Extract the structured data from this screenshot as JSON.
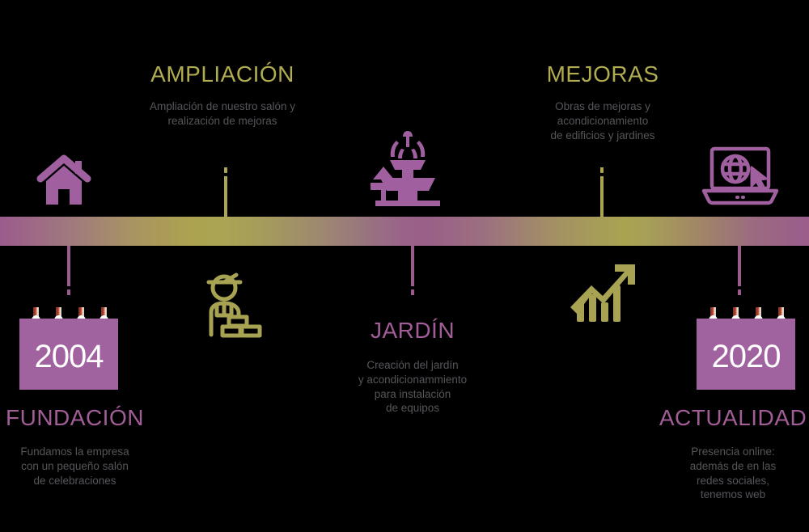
{
  "colors": {
    "olive": "#b0ac4f",
    "purple": "#a15d96",
    "icon_purple": "#a060a0",
    "icon_olive": "#a8a353",
    "body_text": "#55565a",
    "bar_purple": "#9b5b8d",
    "bar_olive": "#aca451",
    "calendar_bg": "#a063a0",
    "background": "#000000"
  },
  "timeline": {
    "bar_name": "timeline-gradient-bar",
    "milestones": [
      {
        "id": "fundacion",
        "position": "below",
        "year": "2004",
        "title": "FUNDACIÓN",
        "description": "Fundamos la empresa\ncon un pequeño salón\nde celebraciones",
        "title_color": "purple",
        "icon": "house-icon",
        "icon_color": "purple",
        "connector": "purple"
      },
      {
        "id": "ampliacion",
        "position": "above",
        "year": "",
        "title": "AMPLIACIÓN",
        "description": "Ampliación de nuestro salón y\nrealización de mejoras",
        "title_color": "olive",
        "icon": "bricklayer-worker-icon",
        "icon_color": "olive",
        "connector": "olive"
      },
      {
        "id": "jardin",
        "position": "below",
        "year": "",
        "title": "JARDÍN",
        "description": "Creación del jardín\ny acondicionammiento\npara instalación\nde equipos",
        "title_color": "purple",
        "icon": "fountain-garden-icon",
        "icon_color": "purple",
        "connector": "purple"
      },
      {
        "id": "mejoras",
        "position": "above",
        "year": "",
        "title": "MEJORAS",
        "description": "Obras de mejoras y\nacondicionamiento\nde edificios y jardines",
        "title_color": "olive",
        "icon": "growth-chart-icon",
        "icon_color": "olive",
        "connector": "olive"
      },
      {
        "id": "actualidad",
        "position": "below",
        "year": "2020",
        "title": "ACTUALIDAD",
        "description": "Presencia online:\nademás de en las\nredes sociales,\ntenemos web",
        "title_color": "purple",
        "icon": "laptop-globe-icon",
        "icon_color": "purple",
        "connector": "purple"
      }
    ]
  },
  "text": {
    "ampliacion_title": "AMPLIACIÓN",
    "ampliacion_desc_l1": "Ampliación de nuestro salón y",
    "ampliacion_desc_l2": "realización de mejoras",
    "mejoras_title": "MEJORAS",
    "mejoras_desc_l1": "Obras de mejoras y",
    "mejoras_desc_l2": "acondicionamiento",
    "mejoras_desc_l3": "de edificios y jardines",
    "fundacion_title": "FUNDACIÓN",
    "fundacion_desc_l1": "Fundamos la empresa",
    "fundacion_desc_l2": "con un pequeño salón",
    "fundacion_desc_l3": "de celebraciones",
    "fundacion_year": "2004",
    "jardin_title": "JARDÍN",
    "jardin_desc_l1": "Creación del jardín",
    "jardin_desc_l2": "y acondicionammiento",
    "jardin_desc_l3": "para instalación",
    "jardin_desc_l4": "de equipos",
    "actualidad_title": "ACTUALIDAD",
    "actualidad_desc_l1": "Presencia online:",
    "actualidad_desc_l2": "además de en las",
    "actualidad_desc_l3": "redes sociales,",
    "actualidad_desc_l4": "tenemos web",
    "actualidad_year": "2020"
  }
}
